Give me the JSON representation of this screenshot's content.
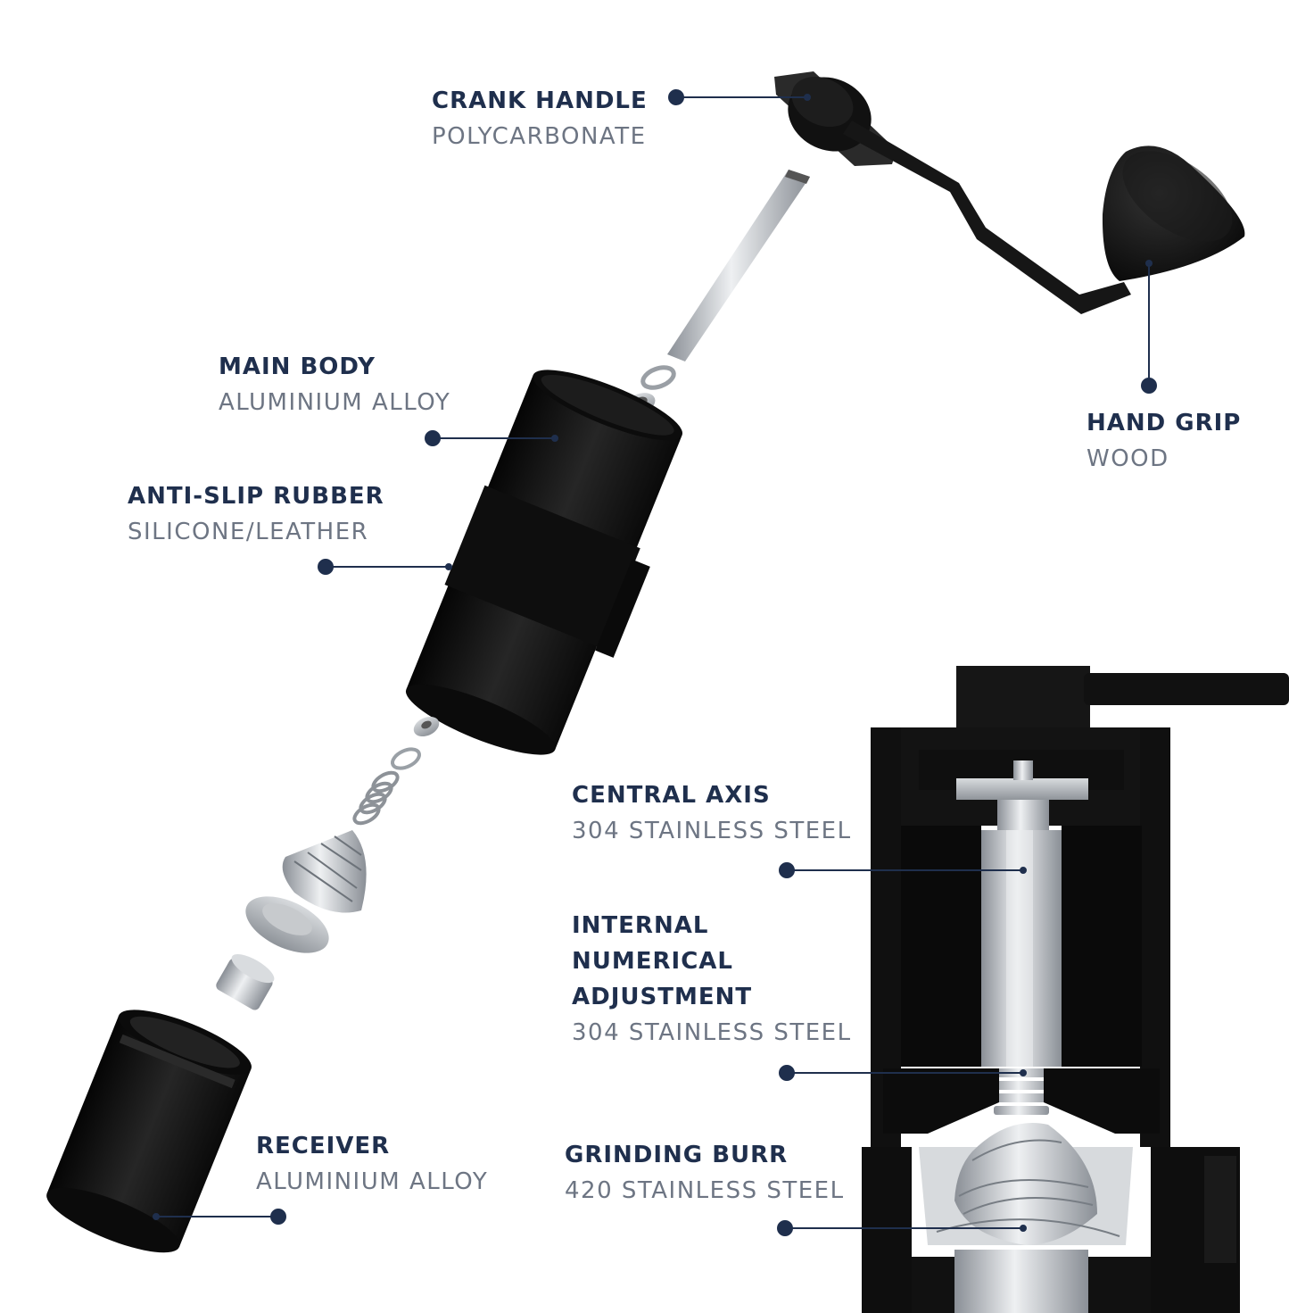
{
  "colors": {
    "accent": "#1f2f4d",
    "material_text": "#6d7583",
    "body_black": "#141414",
    "steel": "#b9bdc2"
  },
  "labels": {
    "crank_handle": {
      "title": "CRANK HANDLE",
      "material": "POLYCARBONATE"
    },
    "hand_grip": {
      "title": "HAND GRIP",
      "material": "WOOD"
    },
    "main_body": {
      "title": "MAIN BODY",
      "material": "ALUMINIUM ALLOY"
    },
    "anti_slip_rubber": {
      "title": "ANTI-SLIP RUBBER",
      "material": "SILICONE/LEATHER"
    },
    "receiver": {
      "title": "RECEIVER",
      "material": "ALUMINIUM ALLOY"
    },
    "central_axis": {
      "title": "CENTRAL AXIS",
      "material": "304 STAINLESS STEEL"
    },
    "internal_adjustment": {
      "title_lines": [
        "INTERNAL",
        "NUMERICAL",
        "ADJUSTMENT"
      ],
      "material": "304 STAINLESS STEEL"
    },
    "grinding_burr": {
      "title": "GRINDING BURR",
      "material": "420 STAINLESS STEEL"
    }
  }
}
